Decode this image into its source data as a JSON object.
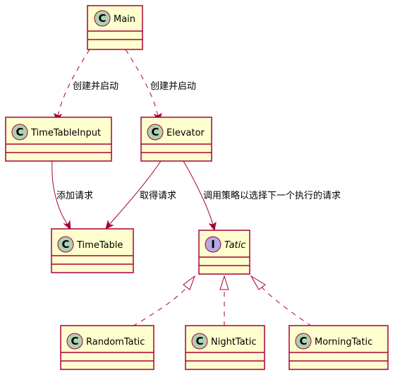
{
  "diagram": {
    "classes": [
      {
        "id": "main",
        "name": "Main",
        "kind": "class",
        "glyph": "C"
      },
      {
        "id": "timetableinput",
        "name": "TimeTableInput",
        "kind": "class",
        "glyph": "C"
      },
      {
        "id": "elevator",
        "name": "Elevator",
        "kind": "class",
        "glyph": "C"
      },
      {
        "id": "timetable",
        "name": "TimeTable",
        "kind": "class",
        "glyph": "C"
      },
      {
        "id": "tatic",
        "name": "Tatic",
        "kind": "interface",
        "glyph": "I"
      },
      {
        "id": "randomtatic",
        "name": "RandomTatic",
        "kind": "class",
        "glyph": "C"
      },
      {
        "id": "nighttatic",
        "name": "NightTatic",
        "kind": "class",
        "glyph": "C"
      },
      {
        "id": "morningtatic",
        "name": "MorningTatic",
        "kind": "class",
        "glyph": "C"
      }
    ],
    "relations": [
      {
        "id": "main-timetableinput",
        "from": "Main",
        "to": "TimeTableInput",
        "style": "dashed-arrow",
        "label": "创建并启动"
      },
      {
        "id": "main-elevator",
        "from": "Main",
        "to": "Elevator",
        "style": "dashed-arrow",
        "label": "创建并启动"
      },
      {
        "id": "timetableinput-timetable",
        "from": "TimeTableInput",
        "to": "TimeTable",
        "style": "solid-arrow",
        "label": "添加请求"
      },
      {
        "id": "elevator-timetable",
        "from": "Elevator",
        "to": "TimeTable",
        "style": "solid-arrow",
        "label": "取得请求"
      },
      {
        "id": "elevator-tatic",
        "from": "Elevator",
        "to": "Tatic",
        "style": "solid-arrow",
        "label": "调用策略以选择下一个执行的请求"
      },
      {
        "id": "randomtatic-tatic",
        "from": "RandomTatic",
        "to": "Tatic",
        "style": "realization",
        "label": ""
      },
      {
        "id": "nighttatic-tatic",
        "from": "NightTatic",
        "to": "Tatic",
        "style": "realization",
        "label": ""
      },
      {
        "id": "morningtatic-tatic",
        "from": "MorningTatic",
        "to": "Tatic",
        "style": "realization",
        "label": ""
      }
    ],
    "colors": {
      "class_fill": "#FEFECE",
      "border": "#A80036",
      "class_circle": "#ADD1B2",
      "interface_circle": "#B4A7E5"
    }
  }
}
